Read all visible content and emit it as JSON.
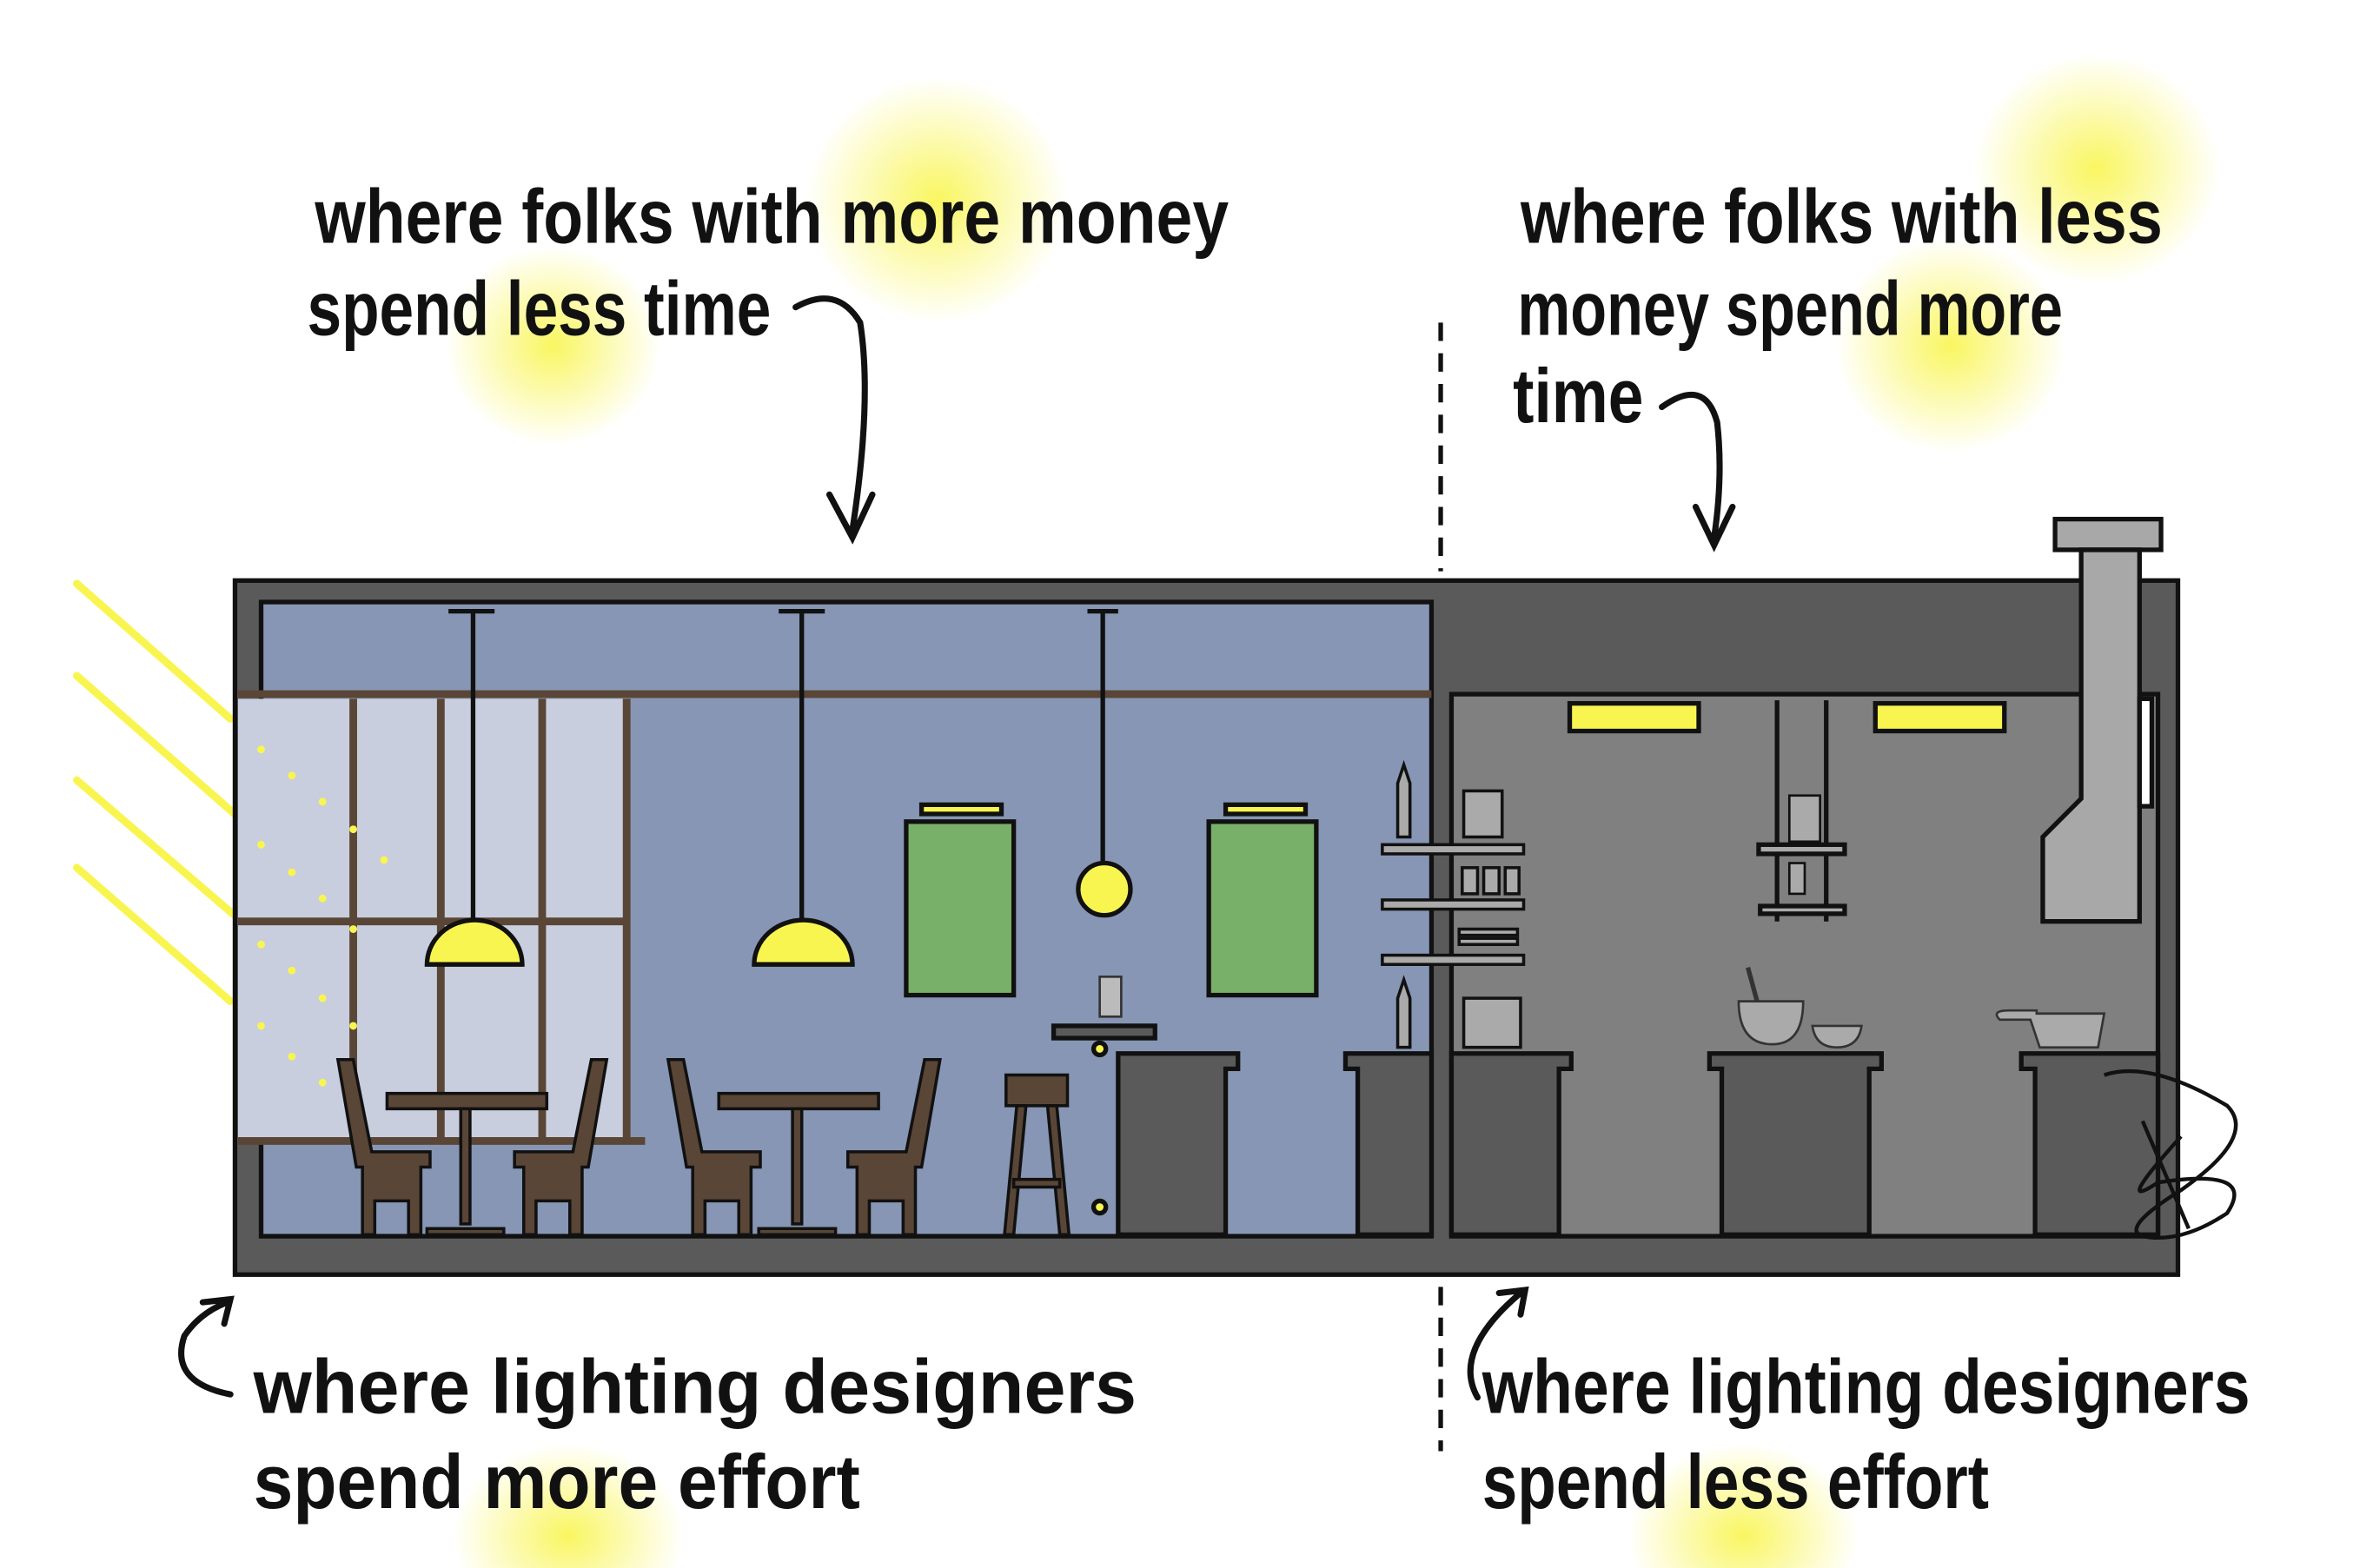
{
  "annotations": {
    "top_left": {
      "line1": "where folks with more money",
      "line2": "spend less time"
    },
    "top_right": {
      "line1": "where folks with less",
      "line2": "money  spend more",
      "line3": "time"
    },
    "bottom_left": {
      "line1": "where lighting designers",
      "line2": "spend more effort"
    },
    "bottom_right": {
      "line1": "where lighting designers",
      "line2": "spend less effort"
    }
  },
  "colors": {
    "highlight": "#f9f550",
    "dining_wall": "#8796b4",
    "kitchen_wall": "#808080",
    "structure": "#5a5a5a",
    "furniture": "#5a4636",
    "art": "#79b069"
  }
}
